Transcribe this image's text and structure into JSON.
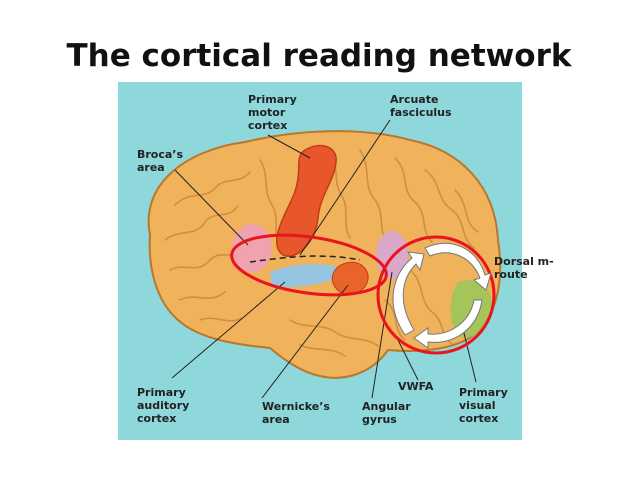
{
  "title": "The cortical reading network",
  "labels": {
    "primary_motor_cortex": "Primary\nmotor\ncortex",
    "arcuate_fasciculus": "Arcuate\nfasciculus",
    "brocas_area": "Broca’s\narea",
    "dorsal_route": "Dorsal m-\nroute",
    "vwfa": "VWFA",
    "primary_auditory_cortex": "Primary\nauditory\ncortex",
    "wernickes_area": "Wernicke’s\narea",
    "angular_gyrus": "Angular\ngyrus",
    "primary_visual_cortex": "Primary\nvisual\ncortex"
  },
  "colors": {
    "background_panel": "#8ed8dc",
    "brain": "#f1b25c",
    "motor_cortex": "#e8562b",
    "brocas_area": "#f0a0b8",
    "auditory": "#8fc6e8",
    "wernicke": "#e8642b",
    "angular_gyrus": "#d6a6d6",
    "visual_cortex": "#9cc55a",
    "annotation_red": "#e8141e"
  }
}
